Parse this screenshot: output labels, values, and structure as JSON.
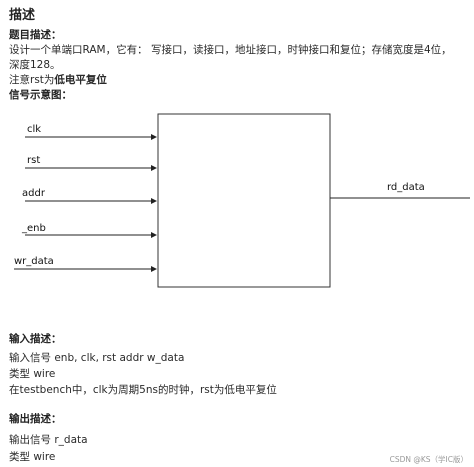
{
  "page": {
    "heading": "描述",
    "problem_label": "题目描述：",
    "problem_line1": "设计一个单端口RAM，它有： 写接口，读接口，地址接口，时钟接口和复位；存储宽度是4位，",
    "problem_line2": "深度128。",
    "note_prefix": "注意rst为",
    "note_bold": "低电平复位",
    "signal_label": "信号示意图："
  },
  "diagram": {
    "inputs": [
      "clk",
      "rst",
      "addr",
      "_enb",
      "wr_data"
    ],
    "output": "rd_data"
  },
  "input_desc": {
    "title": "输入描述：",
    "signals": "输入信号   enb, clk, rst  addr  w_data",
    "type": "类型  wire",
    "note": "在testbench中，clk为周期5ns的时钟，rst为低电平复位"
  },
  "output_desc": {
    "title": "输出描述：",
    "signals": "输出信号   r_data",
    "type": "类型  wire"
  },
  "watermark": "CSDN @KS（学IC版）"
}
